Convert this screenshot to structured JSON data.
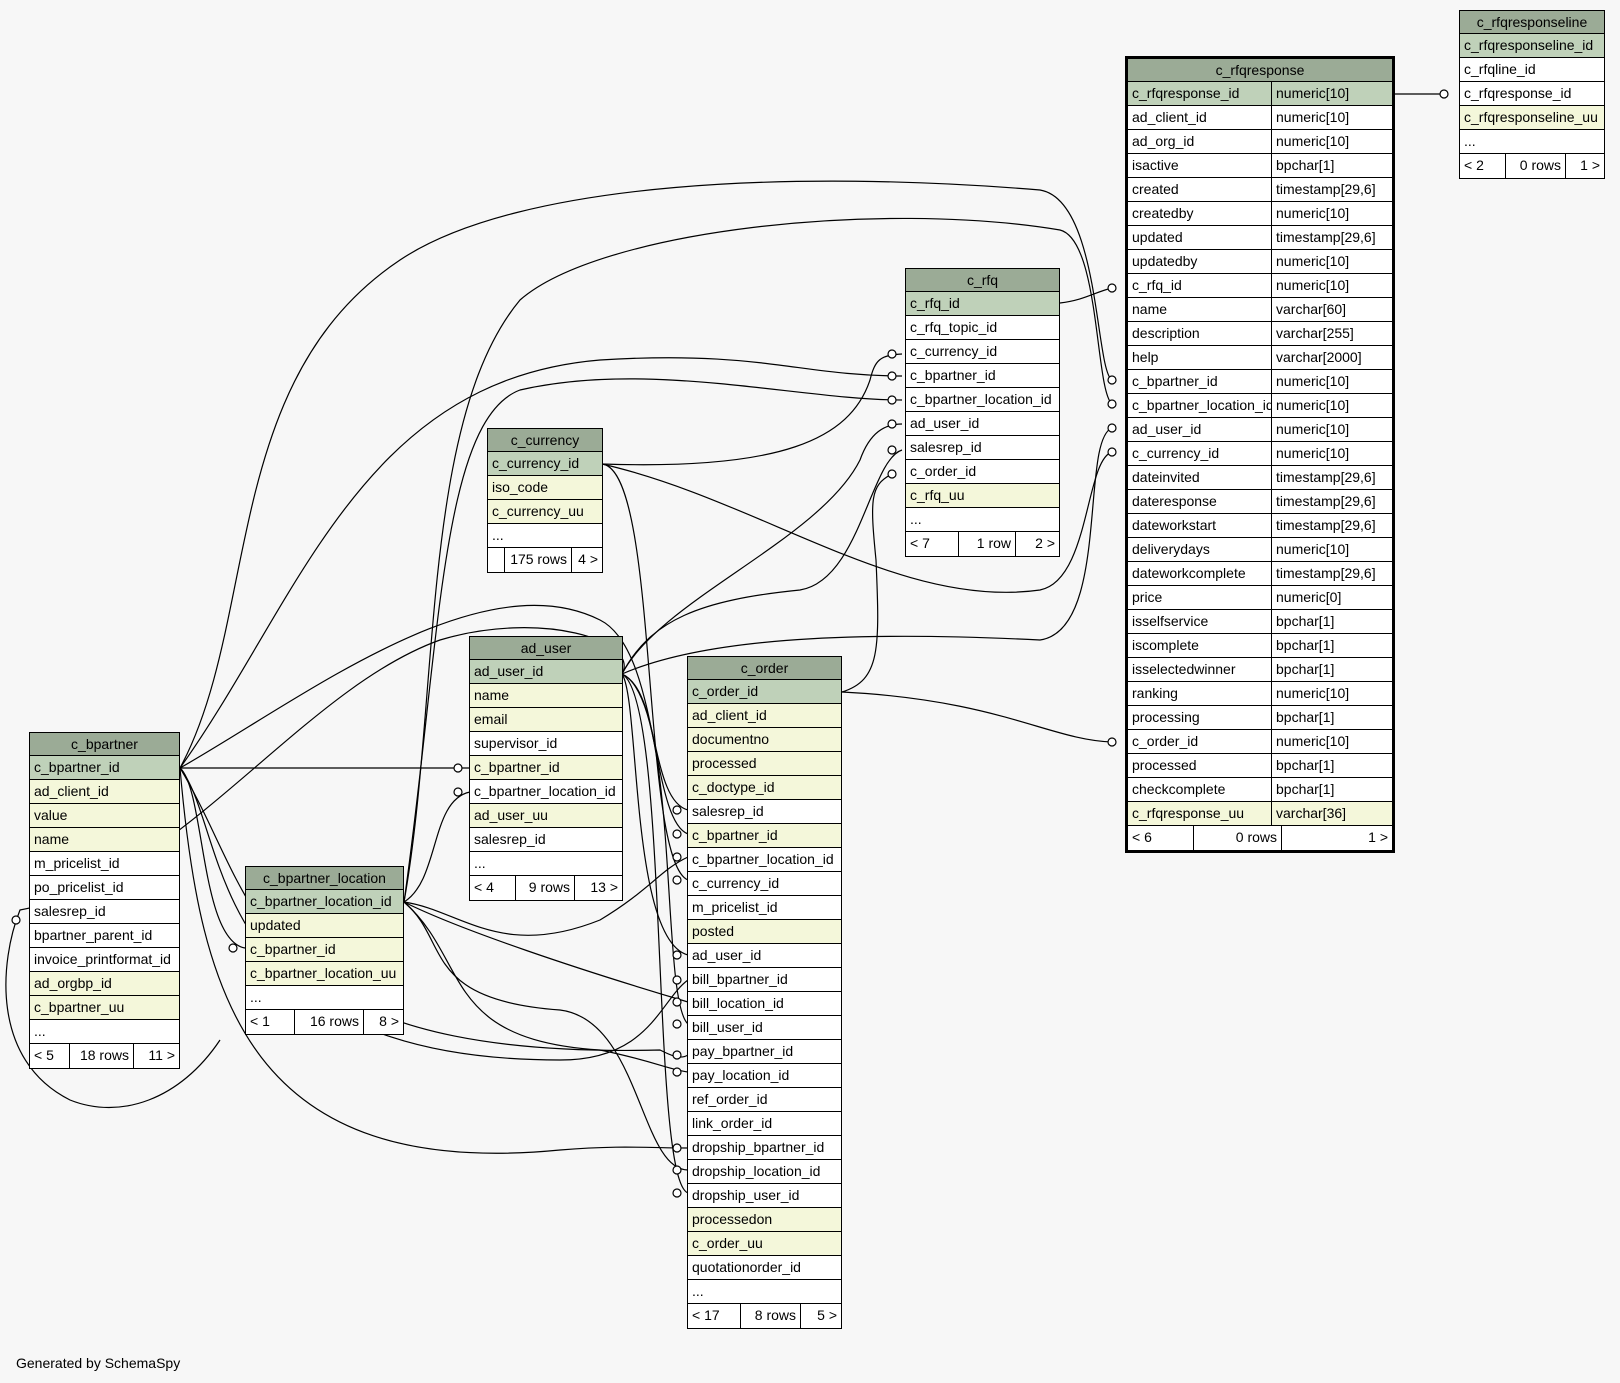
{
  "footer": "Generated by SchemaSpy",
  "colors": {
    "header": "#9bab96",
    "primary_key": "#bfd1b9",
    "indexed": "#f4f7da",
    "plain": "#ffffff",
    "background": "#f7f7f7"
  },
  "tables": {
    "c_rfqresponseline": {
      "name": "c_rfqresponseline",
      "rows": [
        {
          "name": "c_rfqresponseline_id",
          "kind": "pk"
        },
        {
          "name": "c_rfqline_id",
          "kind": "plain"
        },
        {
          "name": "c_rfqresponse_id",
          "kind": "plain"
        },
        {
          "name": "c_rfqresponseline_uu",
          "kind": "idx"
        },
        {
          "name": "...",
          "kind": "plain"
        }
      ],
      "footer": [
        "< 2",
        "0 rows",
        "1 >"
      ]
    },
    "c_rfqresponse": {
      "name": "c_rfqresponse",
      "rows": [
        {
          "name": "c_rfqresponse_id",
          "type": "numeric[10]",
          "kind": "pk"
        },
        {
          "name": "ad_client_id",
          "type": "numeric[10]",
          "kind": "plain"
        },
        {
          "name": "ad_org_id",
          "type": "numeric[10]",
          "kind": "plain"
        },
        {
          "name": "isactive",
          "type": "bpchar[1]",
          "kind": "plain"
        },
        {
          "name": "created",
          "type": "timestamp[29,6]",
          "kind": "plain"
        },
        {
          "name": "createdby",
          "type": "numeric[10]",
          "kind": "plain"
        },
        {
          "name": "updated",
          "type": "timestamp[29,6]",
          "kind": "plain"
        },
        {
          "name": "updatedby",
          "type": "numeric[10]",
          "kind": "plain"
        },
        {
          "name": "c_rfq_id",
          "type": "numeric[10]",
          "kind": "plain"
        },
        {
          "name": "name",
          "type": "varchar[60]",
          "kind": "plain"
        },
        {
          "name": "description",
          "type": "varchar[255]",
          "kind": "plain"
        },
        {
          "name": "help",
          "type": "varchar[2000]",
          "kind": "plain"
        },
        {
          "name": "c_bpartner_id",
          "type": "numeric[10]",
          "kind": "plain"
        },
        {
          "name": "c_bpartner_location_id",
          "type": "numeric[10]",
          "kind": "plain"
        },
        {
          "name": "ad_user_id",
          "type": "numeric[10]",
          "kind": "plain"
        },
        {
          "name": "c_currency_id",
          "type": "numeric[10]",
          "kind": "plain"
        },
        {
          "name": "dateinvited",
          "type": "timestamp[29,6]",
          "kind": "plain"
        },
        {
          "name": "dateresponse",
          "type": "timestamp[29,6]",
          "kind": "plain"
        },
        {
          "name": "dateworkstart",
          "type": "timestamp[29,6]",
          "kind": "plain"
        },
        {
          "name": "deliverydays",
          "type": "numeric[10]",
          "kind": "plain"
        },
        {
          "name": "dateworkcomplete",
          "type": "timestamp[29,6]",
          "kind": "plain"
        },
        {
          "name": "price",
          "type": "numeric[0]",
          "kind": "plain"
        },
        {
          "name": "isselfservice",
          "type": "bpchar[1]",
          "kind": "plain"
        },
        {
          "name": "iscomplete",
          "type": "bpchar[1]",
          "kind": "plain"
        },
        {
          "name": "isselectedwinner",
          "type": "bpchar[1]",
          "kind": "plain"
        },
        {
          "name": "ranking",
          "type": "numeric[10]",
          "kind": "plain"
        },
        {
          "name": "processing",
          "type": "bpchar[1]",
          "kind": "plain"
        },
        {
          "name": "c_order_id",
          "type": "numeric[10]",
          "kind": "plain"
        },
        {
          "name": "processed",
          "type": "bpchar[1]",
          "kind": "plain"
        },
        {
          "name": "checkcomplete",
          "type": "bpchar[1]",
          "kind": "plain"
        },
        {
          "name": "c_rfqresponse_uu",
          "type": "varchar[36]",
          "kind": "idx"
        }
      ],
      "footer": [
        "< 6",
        "0 rows",
        "1 >"
      ]
    },
    "c_rfq": {
      "name": "c_rfq",
      "rows": [
        {
          "name": "c_rfq_id",
          "kind": "pk"
        },
        {
          "name": "c_rfq_topic_id",
          "kind": "plain"
        },
        {
          "name": "c_currency_id",
          "kind": "plain"
        },
        {
          "name": "c_bpartner_id",
          "kind": "plain"
        },
        {
          "name": "c_bpartner_location_id",
          "kind": "plain"
        },
        {
          "name": "ad_user_id",
          "kind": "plain"
        },
        {
          "name": "salesrep_id",
          "kind": "plain"
        },
        {
          "name": "c_order_id",
          "kind": "plain"
        },
        {
          "name": "c_rfq_uu",
          "kind": "idx"
        },
        {
          "name": "...",
          "kind": "plain"
        }
      ],
      "footer": [
        "< 7",
        "1 row",
        "2 >"
      ]
    },
    "c_currency": {
      "name": "c_currency",
      "rows": [
        {
          "name": "c_currency_id",
          "kind": "pk"
        },
        {
          "name": "iso_code",
          "kind": "idx"
        },
        {
          "name": "c_currency_uu",
          "kind": "idx"
        },
        {
          "name": "...",
          "kind": "plain"
        }
      ],
      "footer": [
        "",
        "175 rows",
        "4 >"
      ]
    },
    "ad_user": {
      "name": "ad_user",
      "rows": [
        {
          "name": "ad_user_id",
          "kind": "pk"
        },
        {
          "name": "name",
          "kind": "idx"
        },
        {
          "name": "email",
          "kind": "idx"
        },
        {
          "name": "supervisor_id",
          "kind": "plain"
        },
        {
          "name": "c_bpartner_id",
          "kind": "idx"
        },
        {
          "name": "c_bpartner_location_id",
          "kind": "plain"
        },
        {
          "name": "ad_user_uu",
          "kind": "idx"
        },
        {
          "name": "salesrep_id",
          "kind": "plain"
        },
        {
          "name": "...",
          "kind": "plain"
        }
      ],
      "footer": [
        "< 4",
        "9 rows",
        "13 >"
      ]
    },
    "c_order": {
      "name": "c_order",
      "rows": [
        {
          "name": "c_order_id",
          "kind": "pk"
        },
        {
          "name": "ad_client_id",
          "kind": "idx"
        },
        {
          "name": "documentno",
          "kind": "idx"
        },
        {
          "name": "processed",
          "kind": "idx"
        },
        {
          "name": "c_doctype_id",
          "kind": "idx"
        },
        {
          "name": "salesrep_id",
          "kind": "plain"
        },
        {
          "name": "c_bpartner_id",
          "kind": "idx"
        },
        {
          "name": "c_bpartner_location_id",
          "kind": "plain"
        },
        {
          "name": "c_currency_id",
          "kind": "plain"
        },
        {
          "name": "m_pricelist_id",
          "kind": "plain"
        },
        {
          "name": "posted",
          "kind": "idx"
        },
        {
          "name": "ad_user_id",
          "kind": "plain"
        },
        {
          "name": "bill_bpartner_id",
          "kind": "plain"
        },
        {
          "name": "bill_location_id",
          "kind": "plain"
        },
        {
          "name": "bill_user_id",
          "kind": "plain"
        },
        {
          "name": "pay_bpartner_id",
          "kind": "plain"
        },
        {
          "name": "pay_location_id",
          "kind": "plain"
        },
        {
          "name": "ref_order_id",
          "kind": "plain"
        },
        {
          "name": "link_order_id",
          "kind": "plain"
        },
        {
          "name": "dropship_bpartner_id",
          "kind": "plain"
        },
        {
          "name": "dropship_location_id",
          "kind": "plain"
        },
        {
          "name": "dropship_user_id",
          "kind": "plain"
        },
        {
          "name": "processedon",
          "kind": "idx"
        },
        {
          "name": "c_order_uu",
          "kind": "idx"
        },
        {
          "name": "quotationorder_id",
          "kind": "plain"
        },
        {
          "name": "...",
          "kind": "plain"
        }
      ],
      "footer": [
        "< 17",
        "8 rows",
        "5 >"
      ]
    },
    "c_bpartner": {
      "name": "c_bpartner",
      "rows": [
        {
          "name": "c_bpartner_id",
          "kind": "pk"
        },
        {
          "name": "ad_client_id",
          "kind": "idx"
        },
        {
          "name": "value",
          "kind": "idx"
        },
        {
          "name": "name",
          "kind": "idx"
        },
        {
          "name": "m_pricelist_id",
          "kind": "plain"
        },
        {
          "name": "po_pricelist_id",
          "kind": "plain"
        },
        {
          "name": "salesrep_id",
          "kind": "plain"
        },
        {
          "name": "bpartner_parent_id",
          "kind": "plain"
        },
        {
          "name": "invoice_printformat_id",
          "kind": "plain"
        },
        {
          "name": "ad_orgbp_id",
          "kind": "idx"
        },
        {
          "name": "c_bpartner_uu",
          "kind": "idx"
        },
        {
          "name": "...",
          "kind": "plain"
        }
      ],
      "footer": [
        "< 5",
        "18 rows",
        "11 >"
      ]
    },
    "c_bpartner_location": {
      "name": "c_bpartner_location",
      "rows": [
        {
          "name": "c_bpartner_location_id",
          "kind": "pk"
        },
        {
          "name": "updated",
          "kind": "idx"
        },
        {
          "name": "c_bpartner_id",
          "kind": "idx"
        },
        {
          "name": "c_bpartner_location_uu",
          "kind": "idx"
        },
        {
          "name": "...",
          "kind": "plain"
        }
      ],
      "footer": [
        "< 1",
        "16 rows",
        "8 >"
      ]
    }
  }
}
